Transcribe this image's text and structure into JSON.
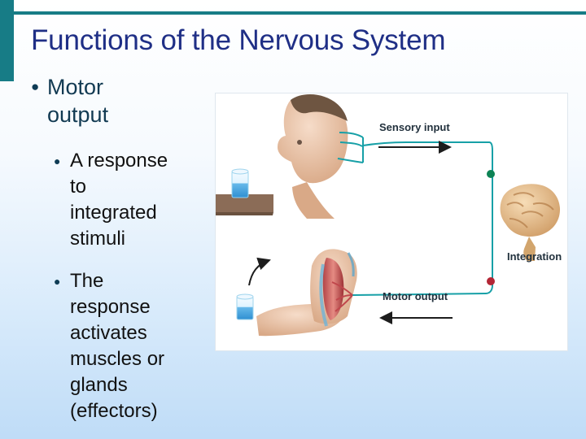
{
  "slide": {
    "title": "Functions of the Nervous System",
    "bullets": {
      "level1": {
        "line1": "Motor",
        "line2": "output"
      },
      "level2": [
        [
          "A response",
          "to",
          "integrated",
          "stimuli"
        ],
        [
          "The",
          "response",
          "activates",
          "muscles or",
          "glands",
          "(effectors)"
        ]
      ]
    }
  },
  "diagram": {
    "sensory_label": "Sensory input",
    "integration_label": "Integration",
    "motor_label": "Motor output"
  },
  "colors": {
    "title": "#1f2f86",
    "accent": "#177c86",
    "nerve": "#17a0a7",
    "sensory_node": "#0d8355",
    "motor_node": "#b32635"
  }
}
